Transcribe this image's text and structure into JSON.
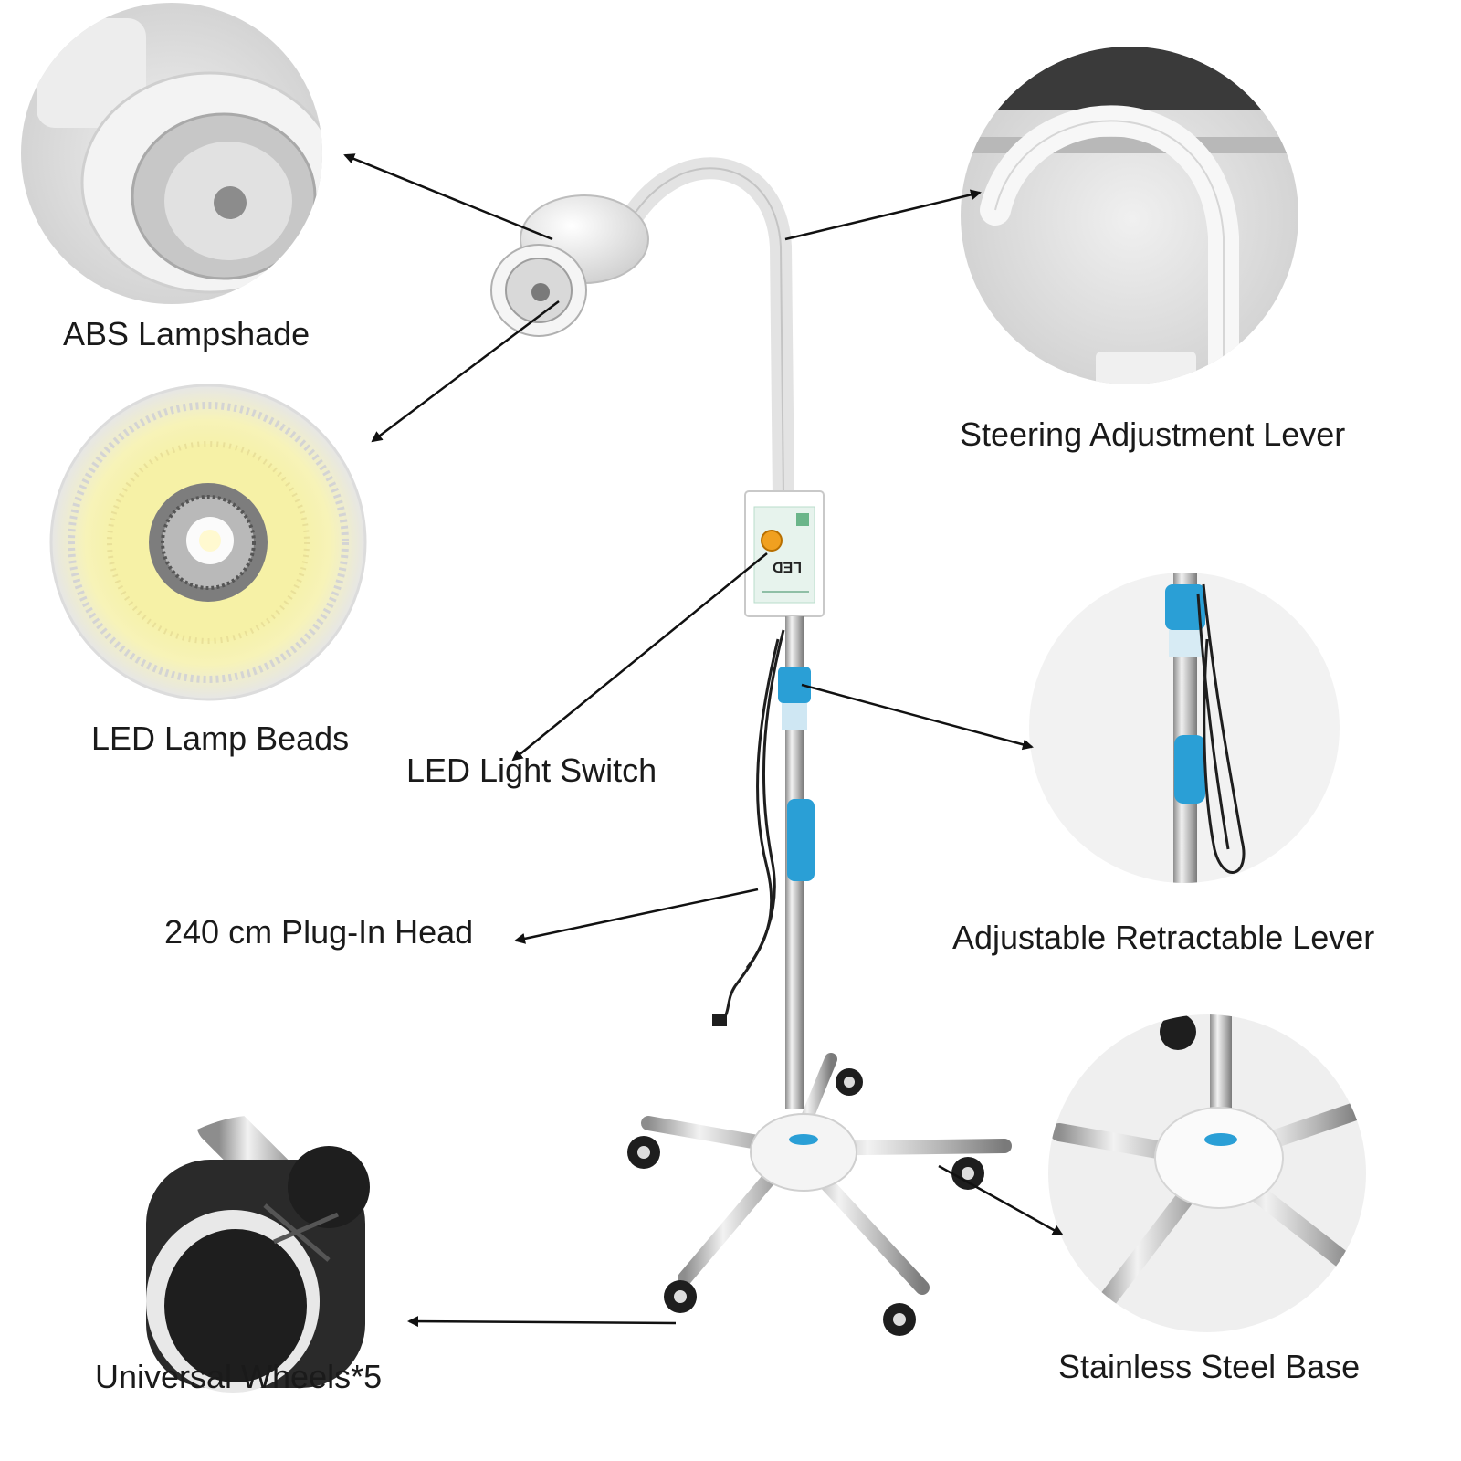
{
  "labels": {
    "lampshade": "ABS Lampshade",
    "steering": "Steering Adjustment Lever",
    "lamp_beads": "LED Lamp Beads",
    "light_switch": "LED Light Switch",
    "retractable": "Adjustable Retractable Lever",
    "plug_head": "240 cm Plug-In Head",
    "base": "Stainless Steel Base",
    "wheels": "Universal Wheels*5"
  },
  "switch_panel": {
    "led_text": "LED"
  },
  "colors": {
    "background": "#ffffff",
    "text": "#1a1a1a",
    "arrow": "#111111",
    "lamp_white": "#eeeeee",
    "chrome": "#c8c8c8",
    "grip_blue": "#2a9fd6",
    "led_yellow": "#f4ef9a",
    "switch_green": "#b9dccb",
    "wheel_black": "#1e1e1e"
  }
}
